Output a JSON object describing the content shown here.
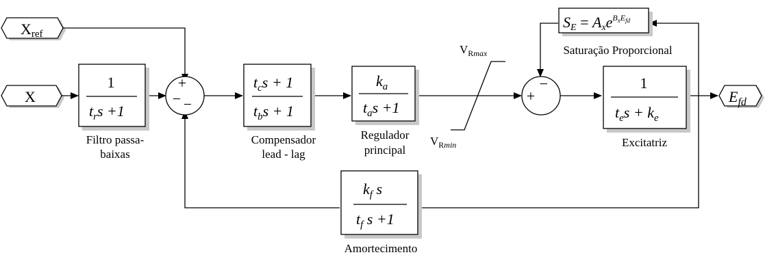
{
  "inputs": {
    "xref": {
      "main": "X",
      "sub": "ref"
    },
    "x": "X",
    "output": {
      "main": "E",
      "sub": "fd"
    }
  },
  "signs": {
    "plus": "+",
    "minus": "−"
  },
  "blocks": {
    "filter": {
      "num": "1",
      "den_t": "t",
      "den_sub": "r",
      "den_rest": "s +1",
      "label_line1": "Filtro passa-",
      "label_line2": "baixas"
    },
    "compensator": {
      "num_t": "t",
      "num_sub": "c",
      "num_rest": "s + 1",
      "den_t": "t",
      "den_sub": "b",
      "den_rest": "s + 1",
      "label_line1": "Compensador",
      "label_line2": "lead - lag"
    },
    "regulator": {
      "num_k": "k",
      "num_sub": "a",
      "den_t": "t",
      "den_sub": "a",
      "den_rest": "s +1",
      "label_line1": "Regulador",
      "label_line2": "principal"
    },
    "exciter": {
      "num": "1",
      "den_t": "t",
      "den_sub": "e",
      "den_mid": "s + ",
      "den_k": "k",
      "den_ksub": "e",
      "label": "Excitatriz"
    },
    "damping": {
      "num_k": "k",
      "num_sub": "f",
      "num_rest": " s",
      "den_t": "t",
      "den_sub": "f",
      "den_rest": " s +1",
      "label": "Amortecimento"
    },
    "saturation": {
      "s": "S",
      "s_sub": "E",
      "eq": " = ",
      "a": "A",
      "a_sub": "x",
      "e": "e",
      "exp_b": "B",
      "exp_bsub": "x",
      "exp_e": "E",
      "exp_esub": "fd",
      "label": "Saturação Proporcional"
    }
  },
  "limiter": {
    "max_main": "V",
    "max_sub1": "R",
    "max_sub2": "max",
    "min_main": "V",
    "min_sub1": "R",
    "min_sub2": "min"
  }
}
